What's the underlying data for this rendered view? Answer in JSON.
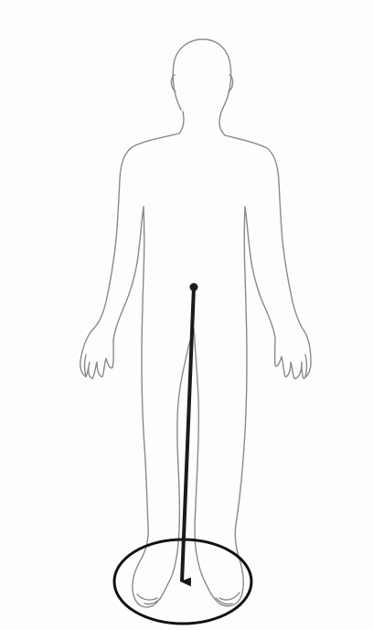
{
  "figure": {
    "subject": "human-body-outline",
    "elements": [
      "body-outline",
      "center-of-gravity-point",
      "gravity-vector-arrow",
      "base-of-support-ellipse"
    ],
    "colors": {
      "outline": "#8a8a8a",
      "arrow": "#1a1a1a",
      "base": "#111111",
      "background": "#fdfdfd"
    }
  }
}
